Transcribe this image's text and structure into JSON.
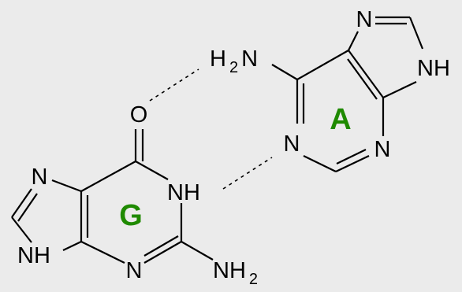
{
  "colors": {
    "background": "#ebebeb",
    "bond": "#000000",
    "ring_label": "#1f8a00"
  },
  "guanine": {
    "ring_label": "G",
    "atoms": {
      "n7": "N",
      "n9h": "NH",
      "o6": "O",
      "n1h": "NH",
      "n3": "N",
      "n2_main": "NH",
      "n2_sub": "2"
    }
  },
  "adenine": {
    "ring_label": "A",
    "atoms": {
      "n6_h": "H",
      "n6_sub": "2",
      "n6_n": "N",
      "n7": "N",
      "n9h": "NH",
      "n1": "N",
      "n3": "N"
    }
  }
}
